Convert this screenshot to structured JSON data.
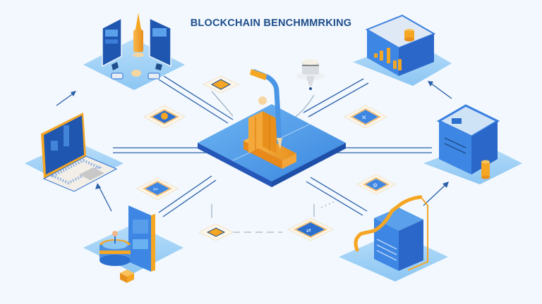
{
  "title": "BLOCKCHAIN BENCHMMRKING",
  "colors": {
    "background": "#f2f8fd",
    "title": "#1f4e8c",
    "platform_light": "#9fd0f5",
    "platform_mid": "#5aa9ec",
    "platform_dark": "#2b6fcf",
    "accent_orange": "#f5a623",
    "connector_line": "#2a5ea8"
  },
  "nodes": [
    {
      "id": "center",
      "label": "robotic-arm-benchmark-platform"
    },
    {
      "id": "top-left",
      "label": "dual-monitor-workstation-with-rocket"
    },
    {
      "id": "top-right",
      "label": "server-box-with-bar-chart-and-coins"
    },
    {
      "id": "left",
      "label": "laptop-with-dashboard"
    },
    {
      "id": "right",
      "label": "server-rack-with-coin-stack"
    },
    {
      "id": "bottom-left",
      "label": "mobile-device-with-database"
    },
    {
      "id": "bottom-right",
      "label": "server-stack-with-trend-line"
    }
  ],
  "chips": [
    {
      "id": "chip-1",
      "icon": "coin-icon"
    },
    {
      "id": "chip-2",
      "icon": "cross-icon"
    },
    {
      "id": "chip-3",
      "icon": "tool-icon"
    },
    {
      "id": "chip-4",
      "icon": "gear-icon"
    },
    {
      "id": "chip-5",
      "icon": "plain-chip"
    },
    {
      "id": "chip-6",
      "icon": "network-icon"
    },
    {
      "id": "chip-7",
      "icon": "plain-chip"
    }
  ]
}
